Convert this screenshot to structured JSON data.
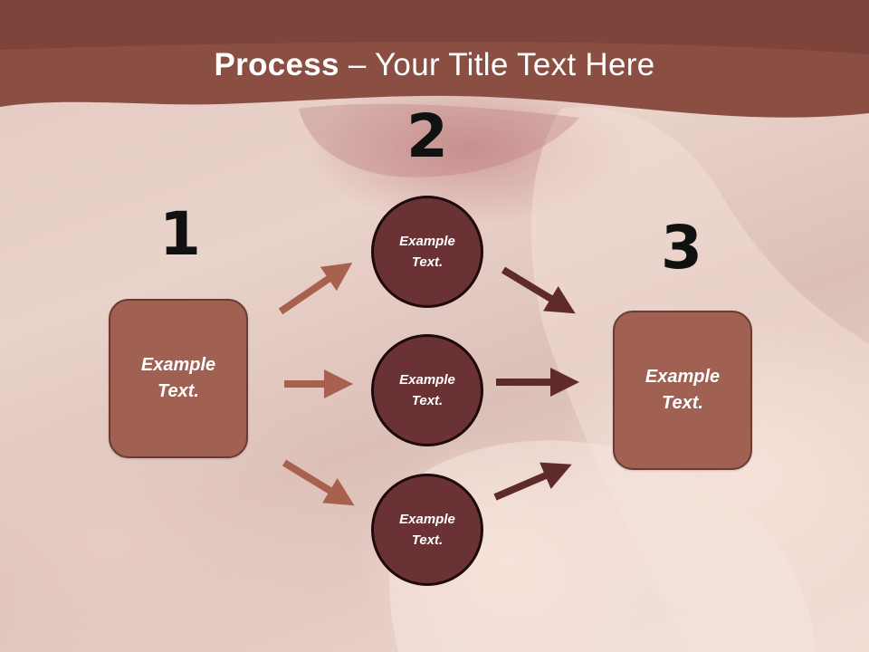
{
  "title": {
    "bold": "Process",
    "rest": " – Your Title Text Here"
  },
  "steps": {
    "one": "1",
    "two": "2",
    "three": "3"
  },
  "boxes": {
    "left": "Example\nText.",
    "right": "Example\nText."
  },
  "circles": {
    "top": "Example\nText.",
    "middle": "Example\nText.",
    "bottom": "Example\nText."
  },
  "colors": {
    "header_band": "#8a4e43",
    "box_fill": "#a06052",
    "circle_fill": "#6a3234",
    "arrow_light": "#a8604f",
    "arrow_dark": "#5e2a2c"
  }
}
